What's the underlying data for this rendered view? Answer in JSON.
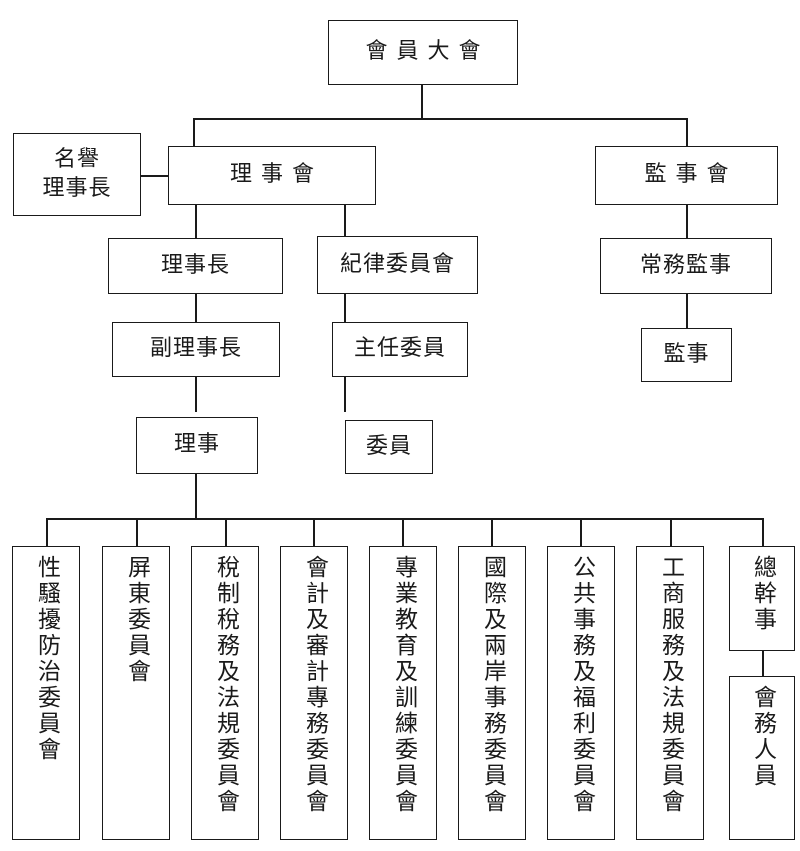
{
  "diagram": {
    "title_node": "會員大會",
    "nodes": {
      "general_assembly": "會員大會",
      "honorary_chairman": "名譽\n理事長",
      "board_of_directors": "理事會",
      "board_of_supervisors": "監事會",
      "chairman": "理事長",
      "discipline_committee": "紀律委員會",
      "standing_supervisor": "常務監事",
      "vice_chairman": "副理事長",
      "chief_committee_member": "主任委員",
      "supervisor": "監事",
      "director": "理事",
      "committee_member": "委員",
      "secretary_general": "總幹事",
      "administrative_staff": "會務人員"
    },
    "committees": [
      "性騷擾防治委員會",
      "屏東委員會",
      "稅制稅務及法規委員會",
      "會計及審計專務委員會",
      "專業教育及訓練委員會",
      "國際及兩岸事務委員會",
      "公共事務及福利委員會",
      "工商服務及法規委員會"
    ],
    "colors": {
      "background": "#ffffff",
      "border": "#1a1a1a",
      "text": "#1a1a1a",
      "connector": "#1a1a1a"
    }
  }
}
